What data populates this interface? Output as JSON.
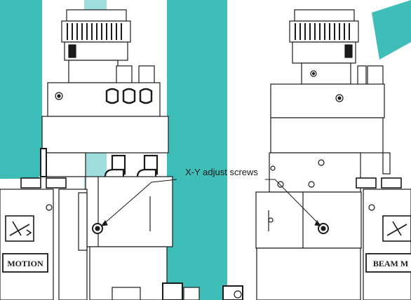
{
  "callout": {
    "label": "X-Y adjust screws"
  },
  "plates": {
    "left": "MOTION",
    "right": "BEAM M"
  },
  "colors": {
    "watermark": "#29b6b1",
    "line": "#1a1a1a",
    "background": "#ffffff"
  }
}
